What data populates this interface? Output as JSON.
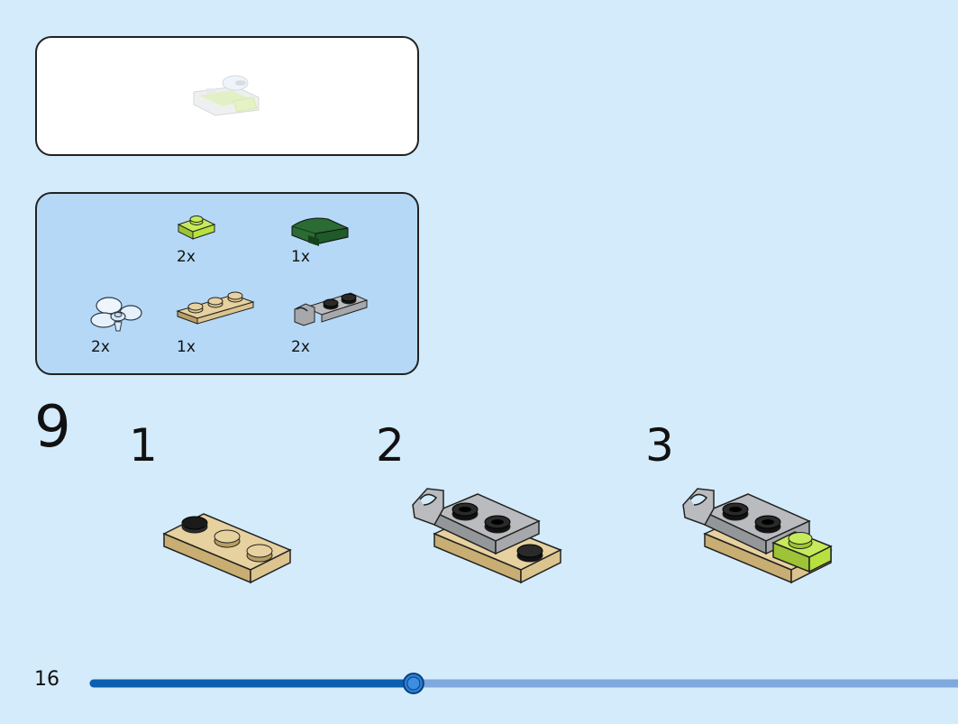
{
  "page": {
    "number": "16",
    "progress_fraction": 0.37
  },
  "step": {
    "number": "9"
  },
  "parts_list": [
    {
      "id": "lime-plate-1x1",
      "qty": "2x"
    },
    {
      "id": "dark-green-curved-slope",
      "qty": "1x"
    },
    {
      "id": "trans-clear-propeller",
      "qty": "2x"
    },
    {
      "id": "tan-plate-1x3",
      "qty": "1x"
    },
    {
      "id": "grey-plate-clip",
      "qty": "2x"
    }
  ],
  "substeps": [
    {
      "number": "1"
    },
    {
      "number": "2"
    },
    {
      "number": "3"
    }
  ],
  "colors": {
    "background": "#d3ebfa",
    "parts_panel": "#b5d8f6",
    "tan": "#dcc48f",
    "lime": "#b6e13e",
    "grey": "#a6a8ab",
    "dark_green": "#1f5a29",
    "progress_done": "#0b5fb0",
    "progress_remaining": "#7fa8dd"
  }
}
